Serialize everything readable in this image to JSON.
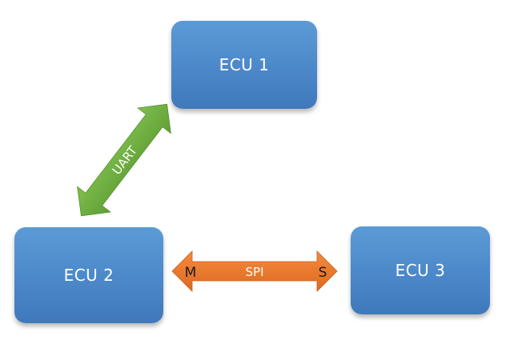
{
  "nodes": {
    "ecu1": {
      "label": "ECU 1"
    },
    "ecu2": {
      "label": "ECU 2"
    },
    "ecu3": {
      "label": "ECU 3"
    }
  },
  "links": {
    "uart": {
      "label": "UART",
      "color": "#70ad47"
    },
    "spi": {
      "label": "SPI",
      "master_label": "M",
      "slave_label": "S",
      "color": "#ed7d31"
    }
  },
  "colors": {
    "box": "#4a86c8",
    "box_text": "#ffffff"
  }
}
